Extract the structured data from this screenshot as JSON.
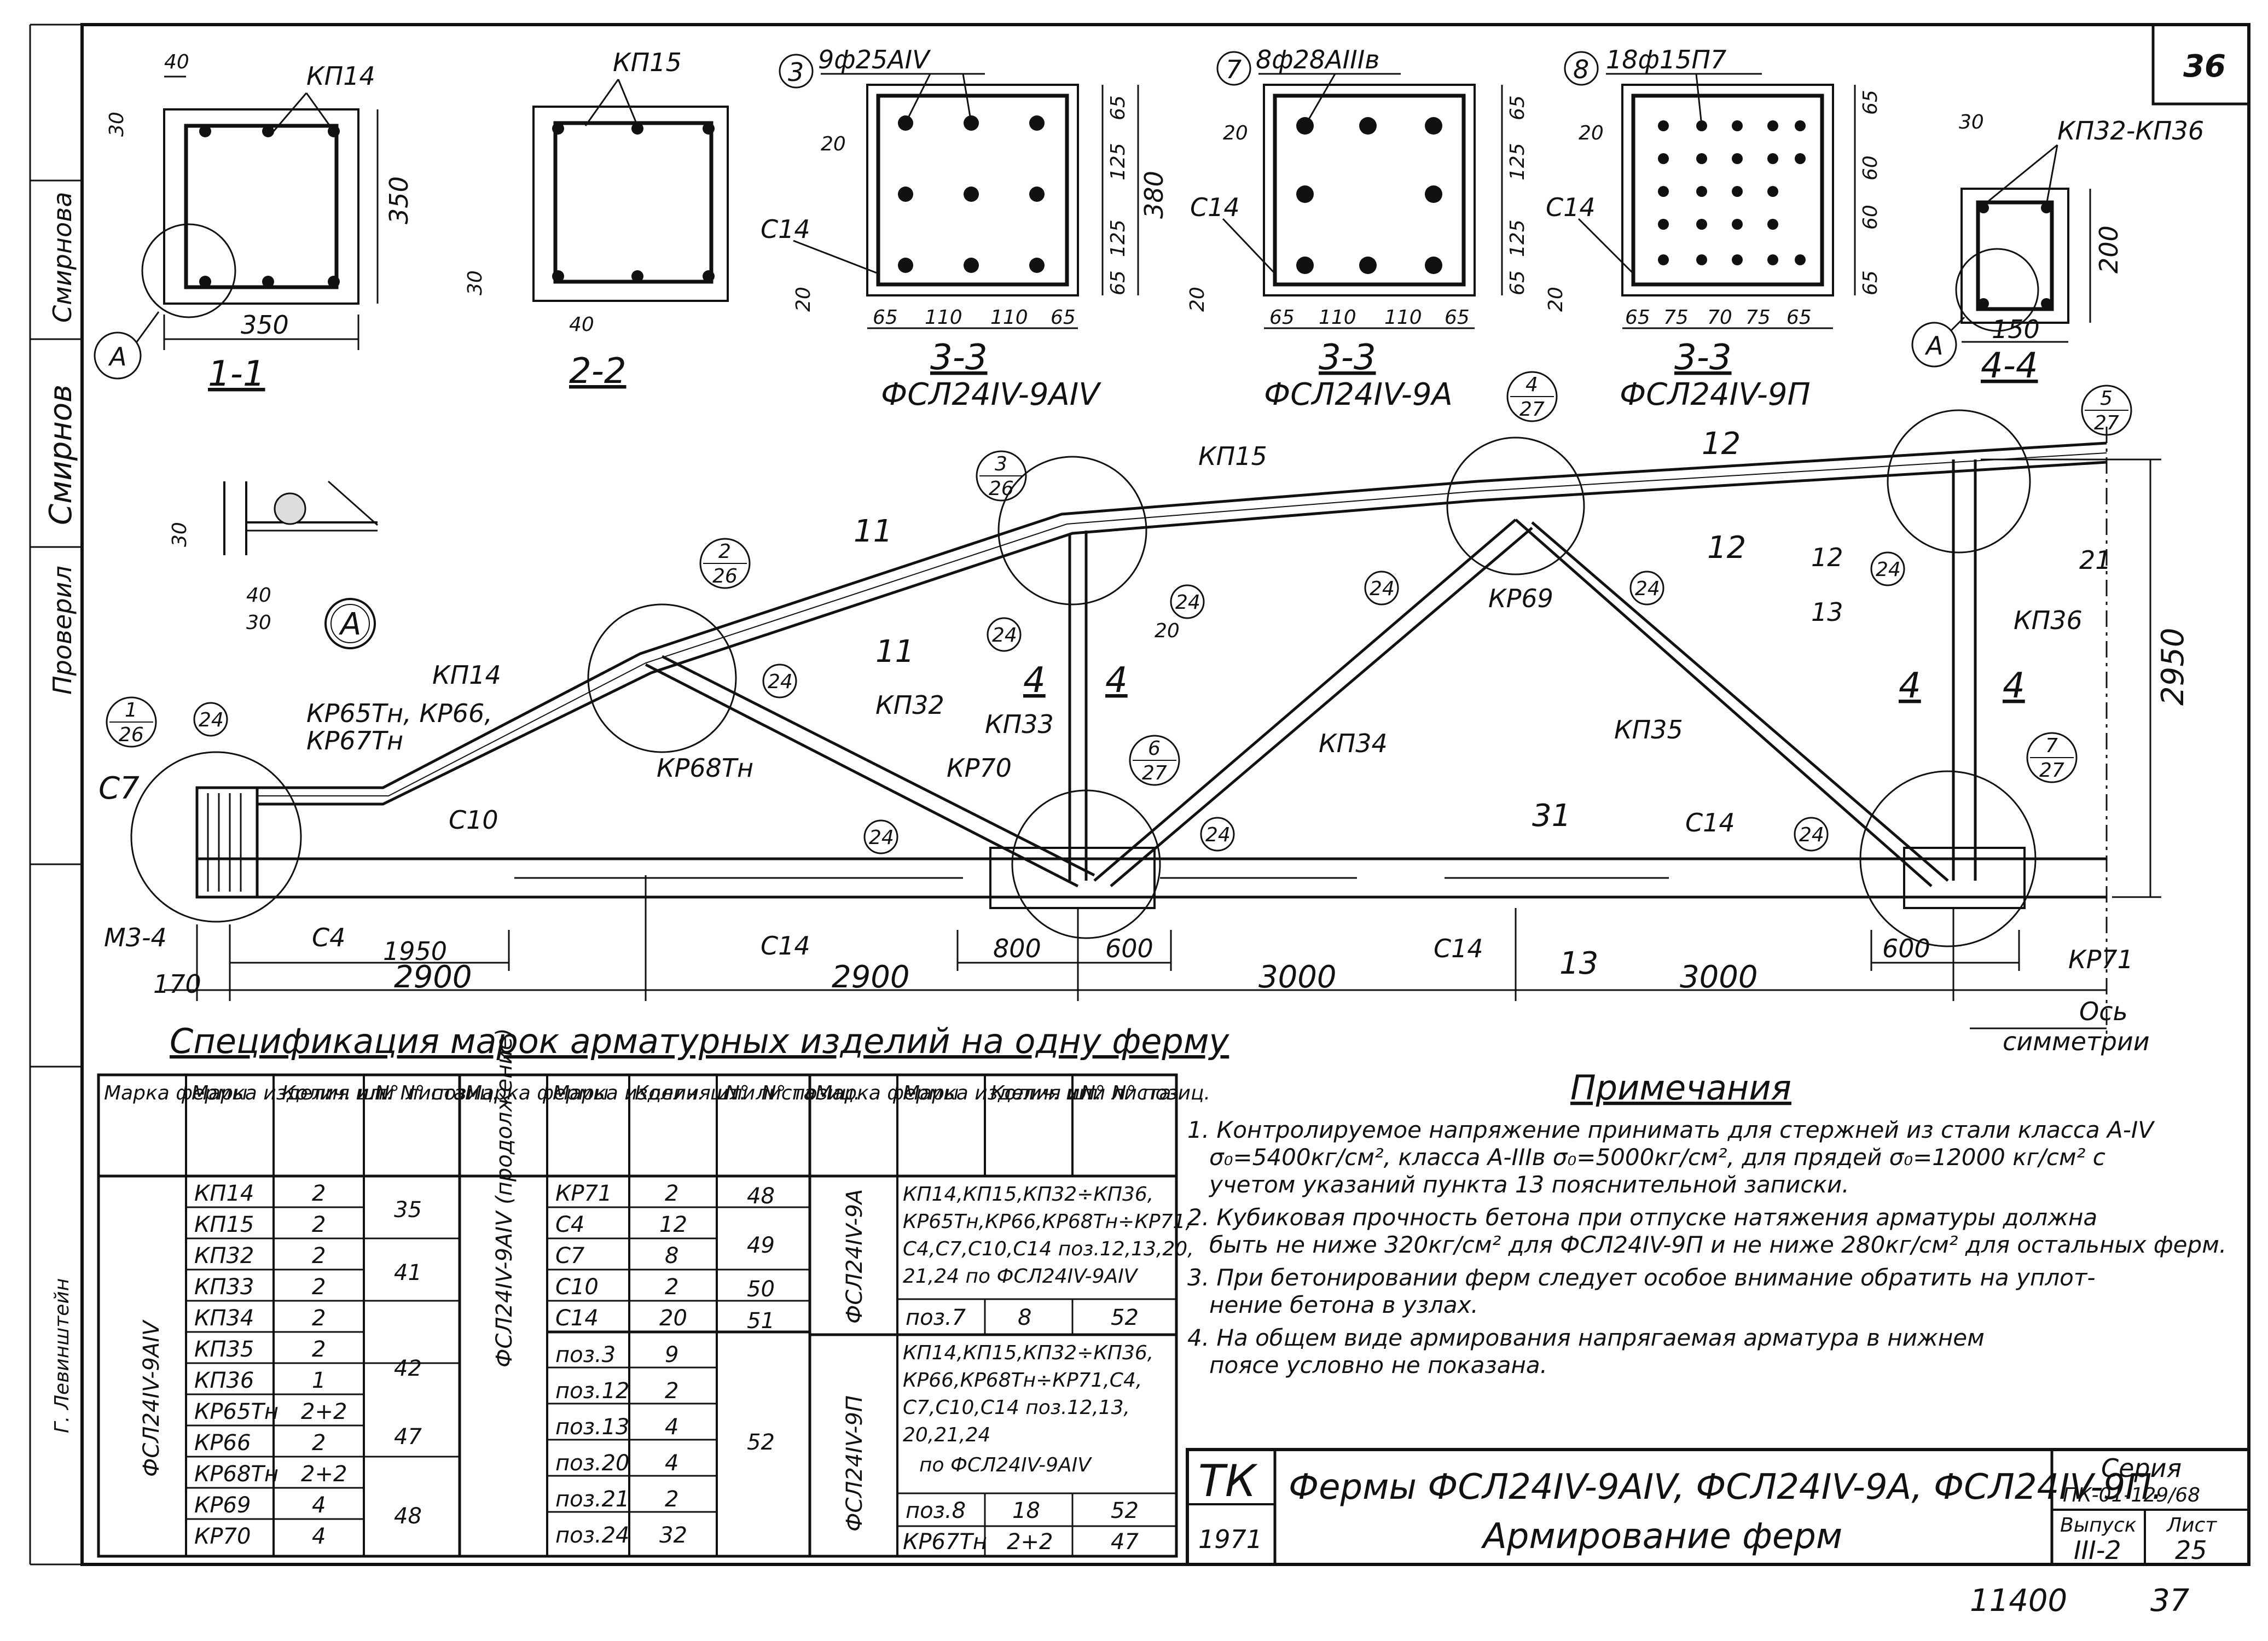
{
  "sheet": {
    "number": "36",
    "footer_left": "11400",
    "footer_right": "37"
  },
  "side_labels": {
    "check": "Проверил",
    "sign": "Смирнова",
    "signature": "Смирнов",
    "author": "Г. Левинштейн"
  },
  "sections": [
    {
      "title": "1-1",
      "bar": "КП14",
      "dim_w": "350",
      "dim_h": "350",
      "cover": "40",
      "cover2": "30",
      "detail": "А"
    },
    {
      "title": "2-2",
      "bar": "КП15",
      "cover": "40",
      "cover2": "30"
    },
    {
      "title": "3-3",
      "subtitle": "ФСЛ24IV-9АIV",
      "pos": "3",
      "rebar": "9ф25АIV",
      "stirrup": "С14",
      "d1": "20",
      "d2": "20",
      "dims_bottom": [
        "65",
        "110",
        "110",
        "65"
      ],
      "dims_side": [
        "65",
        "125",
        "125",
        "65"
      ],
      "total": "380"
    },
    {
      "title": "3-3",
      "subtitle": "ФСЛ24IV-9А",
      "pos": "7",
      "rebar": "8ф28АIIIв",
      "stirrup": "С14",
      "d1": "20",
      "d2": "20",
      "dims_bottom": [
        "65",
        "110",
        "110",
        "65"
      ],
      "dims_side": [
        "65",
        "125",
        "125",
        "65"
      ]
    },
    {
      "title": "3-3",
      "subtitle": "ФСЛ24IV-9П",
      "pos": "8",
      "rebar": "18ф15П7",
      "stirrup": "С14",
      "d1": "20",
      "d2": "20",
      "dims_bottom": [
        "65",
        "75",
        "70",
        "75",
        "65"
      ],
      "dims_side": [
        "65",
        "60",
        "60",
        "65"
      ]
    },
    {
      "title": "4-4",
      "bar": "КП32-КП36",
      "dim_w": "150",
      "dim_h": "200",
      "cover": "30",
      "detail": "А"
    }
  ],
  "detail_a": {
    "label": "А",
    "d1": "30",
    "d2": "40",
    "d3": "30"
  },
  "truss": {
    "labels": {
      "kp14": "КП14",
      "kp15": "КП15",
      "kp32": "КП32",
      "kp33": "КП33",
      "kp34": "КП34",
      "kp35": "КП35",
      "kp36": "КП36",
      "kr65": "КР65Тн, КР66,",
      "kr67": "КР67Тн",
      "kr68": "КР68Тн",
      "kr69": "КР69",
      "kr70": "КР70",
      "kr71": "КР71",
      "c7": "С7",
      "c10": "С10",
      "c4": "С4",
      "c14a": "С14",
      "c14b": "С14",
      "c14c": "С14",
      "m34": "М3-4",
      "p24": "24",
      "p20": "20",
      "p12": "12",
      "p13": "13",
      "p21": "21",
      "s11": "11",
      "s12": "12",
      "s13": "13",
      "s31": "31",
      "s4": "4"
    },
    "node_refs": [
      {
        "top": "1",
        "bottom": "26"
      },
      {
        "top": "2",
        "bottom": "26"
      },
      {
        "top": "3",
        "bottom": "26"
      },
      {
        "top": "4",
        "bottom": "27"
      },
      {
        "top": "5",
        "bottom": "27"
      },
      {
        "top": "6",
        "bottom": "27"
      },
      {
        "top": "7",
        "bottom": "27"
      }
    ],
    "dims": {
      "d170": "170",
      "d1950": "1950",
      "d2900a": "2900",
      "d2900b": "2900",
      "d800": "800",
      "d600a": "600",
      "d3000a": "3000",
      "d3000b": "3000",
      "d600b": "600",
      "d2950": "2950"
    },
    "axis": {
      "line1": "Ось",
      "line2": "симметрии"
    }
  },
  "spec": {
    "title": "Спецификация марок арматурных изделий на одну ферму",
    "headers": [
      "Марка фермы",
      "Марка изделия или N° позиц.",
      "Колич. шт.",
      "N° листа"
    ],
    "group1": {
      "farm": "ФСЛ24IV-9АIV",
      "rows": [
        [
          "КП14",
          "2"
        ],
        [
          "КП15",
          "2"
        ],
        [
          "КП32",
          "2"
        ],
        [
          "КП33",
          "2"
        ],
        [
          "КП34",
          "2"
        ],
        [
          "КП35",
          "2"
        ],
        [
          "КП36",
          "1"
        ],
        [
          "КР65Тн",
          "2+2"
        ],
        [
          "КР66",
          "2"
        ],
        [
          "КР68Тн",
          "2+2"
        ],
        [
          "КР69",
          "4"
        ],
        [
          "КР70",
          "4"
        ]
      ],
      "sheets": [
        "35",
        "41",
        "42",
        "47",
        "48"
      ]
    },
    "group2": {
      "farm": "ФСЛ24IV-9АIV (продолжение)",
      "rows": [
        [
          "КР71",
          "2",
          "48"
        ],
        [
          "С4",
          "12",
          "49"
        ],
        [
          "С7",
          "8",
          ""
        ],
        [
          "С10",
          "2",
          "50"
        ],
        [
          "С14",
          "20",
          "51"
        ],
        [
          "поз.3",
          "9",
          ""
        ],
        [
          "поз.12",
          "2",
          ""
        ],
        [
          "поз.13",
          "4",
          "52"
        ],
        [
          "поз.20",
          "4",
          ""
        ],
        [
          "поз.21",
          "2",
          ""
        ],
        [
          "поз.24",
          "32",
          ""
        ]
      ]
    },
    "group3": {
      "farm_a": "ФСЛ24IV-9А",
      "text_a": [
        "КП14,КП15,КП32÷КП36,",
        "КР65Тн,КР66,КР68Тн÷КР71,",
        "С4,С7,С10,С14 поз.12,13,20,",
        "21,24 по ФСЛ24IV-9АIV"
      ],
      "row_a": [
        "поз.7",
        "8",
        "52"
      ],
      "farm_p": "ФСЛ24IV-9П",
      "text_p": [
        "КП14,КП15,КП32÷КП36,",
        "КР66,КР68Тн÷КР71,С4,",
        "С7,С10,С14 поз.12,13,",
        "20,21,24",
        "по ФСЛ24IV-9АIV"
      ],
      "rows_p": [
        [
          "поз.8",
          "18",
          "52"
        ],
        [
          "КР67Тн",
          "2+2",
          "47"
        ]
      ]
    }
  },
  "notes": {
    "title": "Примечания",
    "lines": [
      "1. Контролируемое напряжение принимать для стержней из стали класса А-IV",
      "σ₀=5400кг/см², класса А-IIIв σ₀=5000кг/см², для прядей σ₀=12000 кг/см² с",
      "учетом указаний пункта 13 пояснительной записки.",
      "2. Кубиковая прочность бетона при отпуске натяжения арматуры должна",
      "быть не ниже 320кг/см² для ФСЛ24IV-9П и не ниже 280кг/см² для остальных ферм.",
      "3. При бетонировании ферм следует особое внимание обратить на уплот-",
      "нение бетона в узлах.",
      "4. На общем виде армирования напрягаемая арматура в нижнем",
      "поясе условно не показана."
    ]
  },
  "stamp": {
    "org": "ТК",
    "year": "1971",
    "title": "Фермы ФСЛ24IV-9АIV, ФСЛ24IV-9А, ФСЛ24IV-9П.",
    "subtitle": "Армирование ферм",
    "series_label": "Серия",
    "series": "ПК-01-129/68",
    "issue_label": "Выпуск",
    "issue": "III-2",
    "sheet_label": "Лист",
    "sheet": "25"
  }
}
